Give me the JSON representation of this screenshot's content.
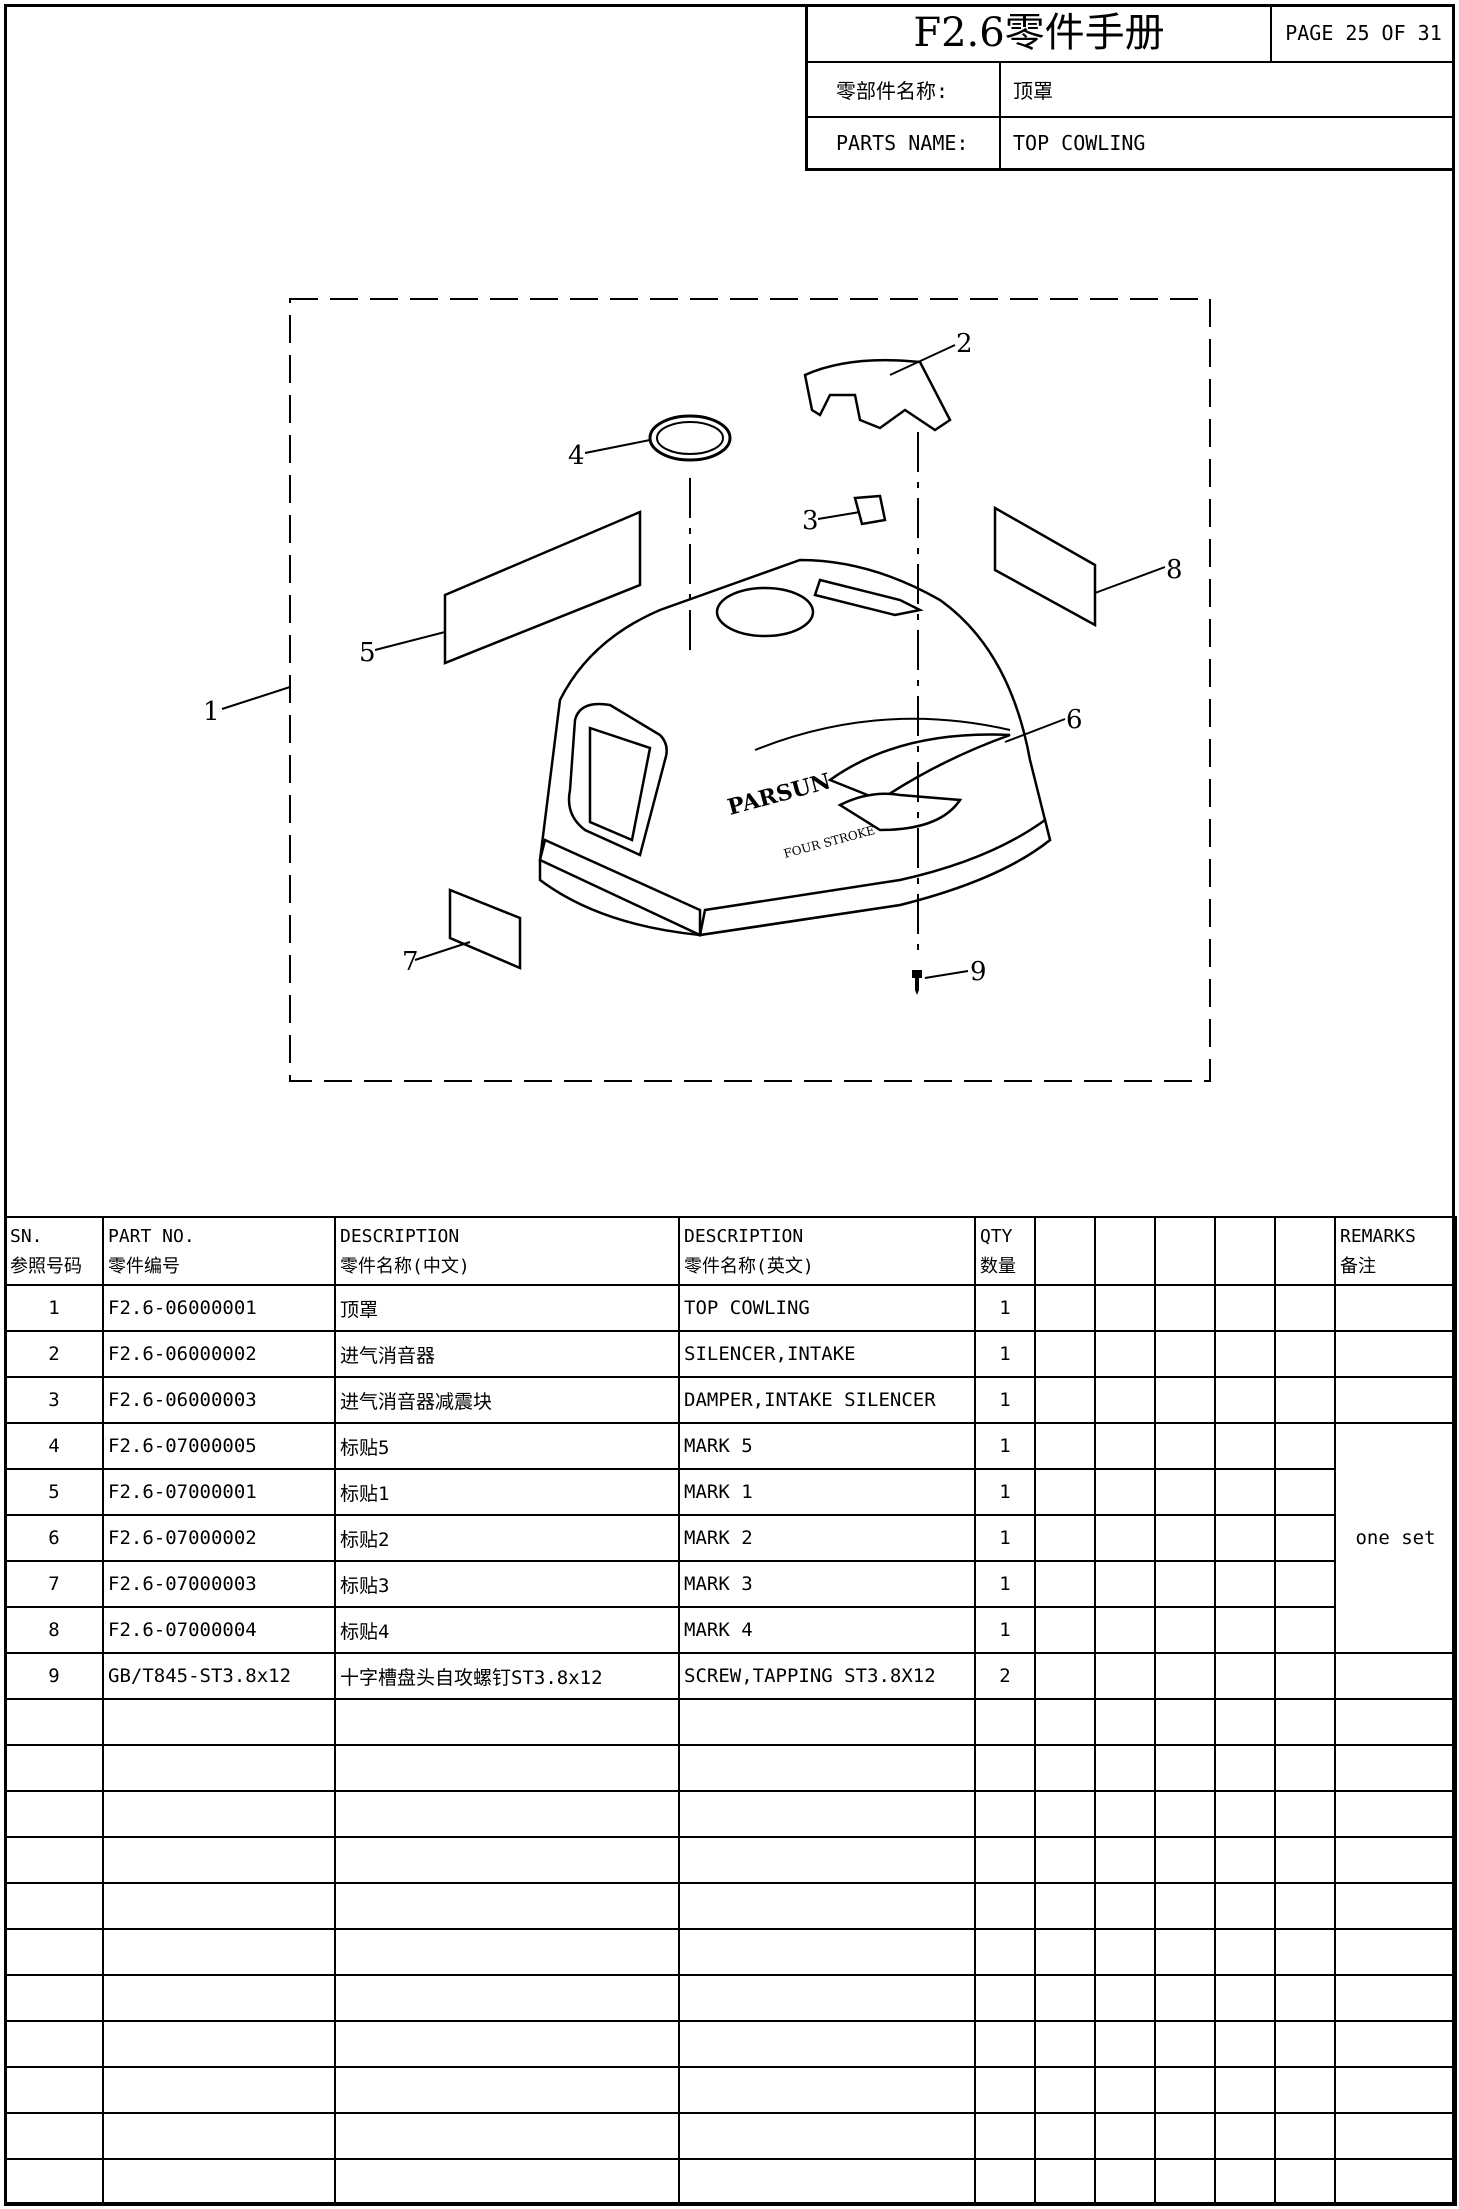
{
  "header": {
    "title": "F2.6零件手册",
    "page": "PAGE 25 OF 31",
    "part_name_cn_label": "零部件名称:",
    "part_name_cn": "顶罩",
    "part_name_en_label": "PARTS NAME:",
    "part_name_en": "TOP COWLING"
  },
  "drawing": {
    "callouts": [
      "1",
      "2",
      "3",
      "4",
      "5",
      "6",
      "7",
      "8",
      "9"
    ],
    "brand_text": "PARSUN",
    "sub_text": "FOUR STROKE"
  },
  "table": {
    "headers": {
      "sn": [
        "SN.",
        "参照号码"
      ],
      "part_no": [
        "PART NO.",
        "零件编号"
      ],
      "desc_cn": [
        "DESCRIPTION",
        "零件名称(中文)"
      ],
      "desc_en": [
        "DESCRIPTION",
        "零件名称(英文)"
      ],
      "qty": [
        "QTY",
        "数量"
      ],
      "remarks": [
        "REMARKS",
        "备注"
      ]
    },
    "rows": [
      {
        "sn": "1",
        "part_no": "F2.6-06000001",
        "desc_cn": "顶罩",
        "desc_en": "TOP COWLING",
        "qty": "1"
      },
      {
        "sn": "2",
        "part_no": "F2.6-06000002",
        "desc_cn": "进气消音器",
        "desc_en": "SILENCER,INTAKE",
        "qty": "1"
      },
      {
        "sn": "3",
        "part_no": "F2.6-06000003",
        "desc_cn": "进气消音器减震块",
        "desc_en": "DAMPER,INTAKE SILENCER",
        "qty": "1"
      },
      {
        "sn": "4",
        "part_no": "F2.6-07000005",
        "desc_cn": "标贴5",
        "desc_en": "MARK 5",
        "qty": "1"
      },
      {
        "sn": "5",
        "part_no": "F2.6-07000001",
        "desc_cn": "标贴1",
        "desc_en": "MARK 1",
        "qty": "1"
      },
      {
        "sn": "6",
        "part_no": "F2.6-07000002",
        "desc_cn": "标贴2",
        "desc_en": "MARK 2",
        "qty": "1"
      },
      {
        "sn": "7",
        "part_no": "F2.6-07000003",
        "desc_cn": "标贴3",
        "desc_en": "MARK 3",
        "qty": "1"
      },
      {
        "sn": "8",
        "part_no": "F2.6-07000004",
        "desc_cn": "标贴4",
        "desc_en": "MARK 4",
        "qty": "1"
      },
      {
        "sn": "9",
        "part_no": "GB/T845-ST3.8x12",
        "desc_cn": "十字槽盘头自攻螺钉ST3.8x12",
        "desc_en": "SCREW,TAPPING ST3.8X12",
        "qty": "2"
      }
    ],
    "remark_set": "one set"
  }
}
